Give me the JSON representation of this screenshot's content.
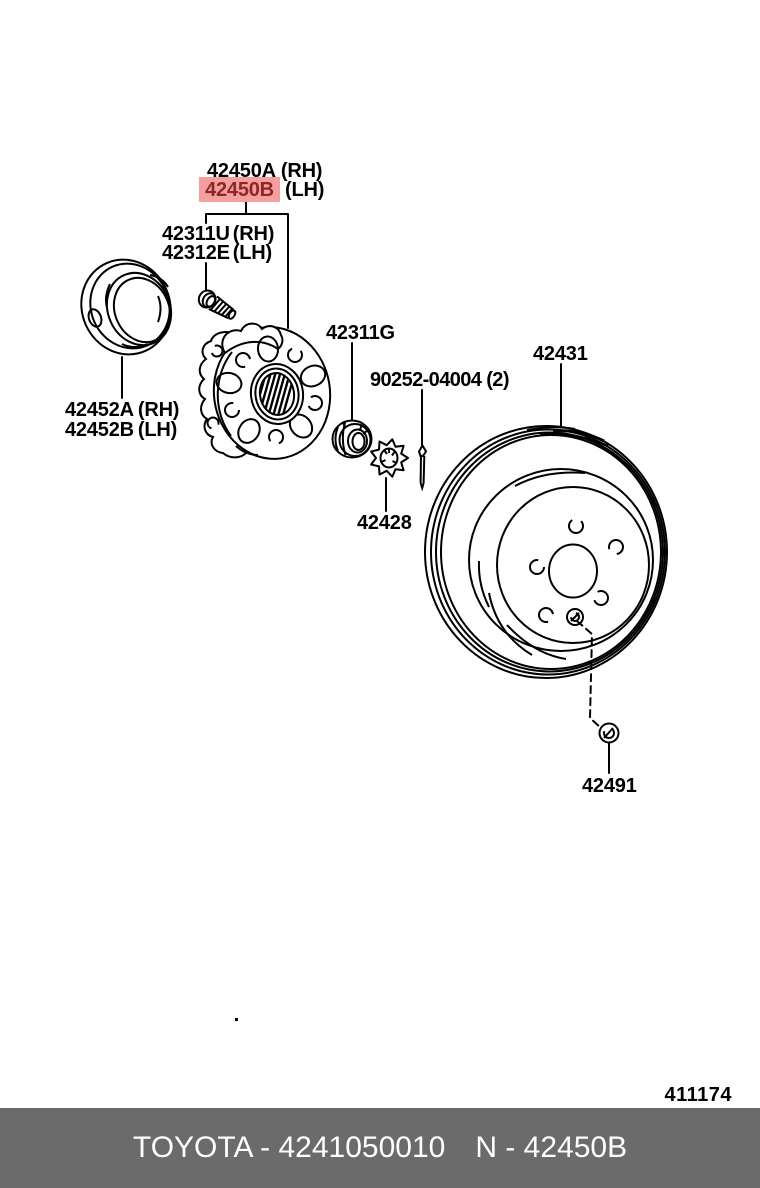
{
  "callouts": {
    "hub_rh": {
      "num": "42450A",
      "side": "(RH)"
    },
    "hub_lh": {
      "num": "42450B",
      "side": "(LH)",
      "highlighted": true
    },
    "bolt_rh": {
      "num": "42311U",
      "side": "(RH)"
    },
    "bolt_lh": {
      "num": "42312E",
      "side": "(LH)"
    },
    "lock_nut": {
      "num": "42311G"
    },
    "cotter_pin": {
      "num": "90252-04004 (2)"
    },
    "disc": {
      "num": "42431"
    },
    "cover_rh": {
      "num": "42452A",
      "side": "(RH)"
    },
    "cover_lh": {
      "num": "42452B",
      "side": "(LH)"
    },
    "retainer": {
      "num": "42428"
    },
    "screw": {
      "num": "42491"
    }
  },
  "figure": {
    "code": "411174"
  },
  "footer": {
    "left_text": "TOYOTA - 4241050010",
    "right_text": "N - 42450B"
  },
  "colors": {
    "highlight_bg": "#F59E9E",
    "highlight_text": "#8A2828",
    "footer_bg": "#6B6B6B",
    "footer_text": "#FFFFFF",
    "line": "#000000"
  }
}
